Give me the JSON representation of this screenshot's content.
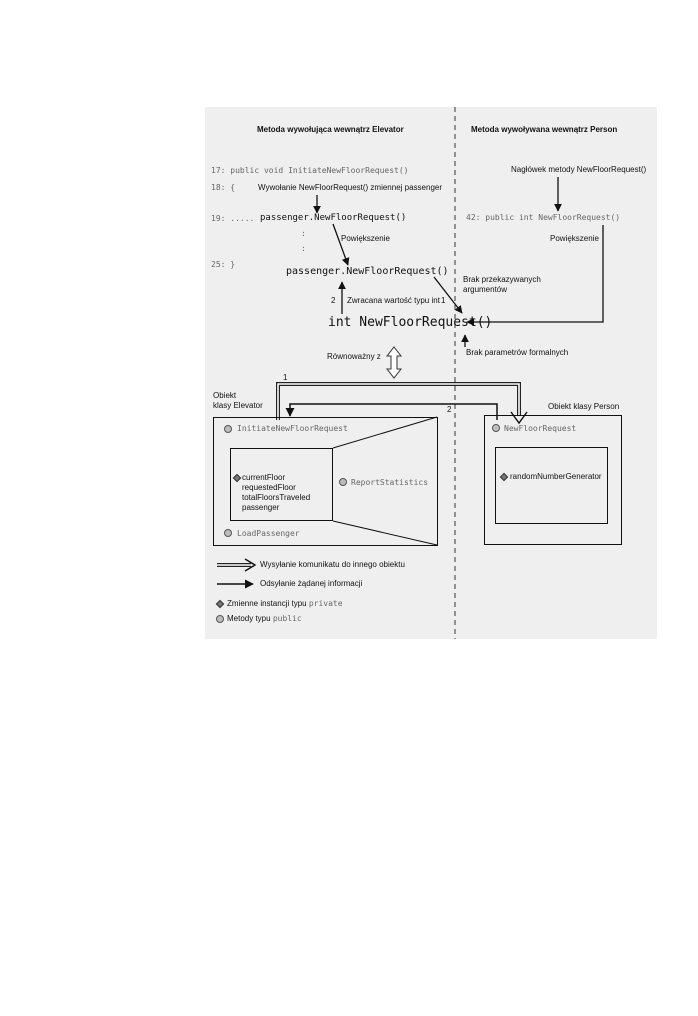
{
  "headers": {
    "left": "Metoda wywołująca wewnątrz Elevator",
    "right": "Metoda wywoływana wewnątrz Person"
  },
  "code_lines": {
    "line17": "17: public void InitiateNewFloorRequest()",
    "line18": "18: {",
    "line19_prefix": "19: .....",
    "line19_call": "passenger.NewFloorRequest()",
    "colon1": ":",
    "colon2": ":",
    "line25": "25: }",
    "line42": "42: public int NewFloorRequest()"
  },
  "annotations": {
    "call_label": "Wywołanie NewFloorRequest() zmiennej passenger",
    "header_label": "Nagłówek metody NewFloorRequest()",
    "zoom_left": "Powiększenie",
    "zoom_right": "Powiększenie",
    "no_args_1": "Brak przekazywanych",
    "no_args_2": "argumentów",
    "returned_value": "Zwracana wartość typu int",
    "returned_num_left": "2",
    "returned_num_right": "1",
    "no_params": "Brak parametrów formalnych",
    "equivalent": "Równoważny z"
  },
  "enlarged": {
    "call": "passenger.NewFloorRequest()",
    "header": "int NewFloorRequest()"
  },
  "objects": {
    "elevator": {
      "title_1": "Obiekt",
      "title_2": "klasy Elevator",
      "method_initiate": "InitiateNewFloorRequest",
      "method_report": "ReportStatistics",
      "method_load": "LoadPassenger",
      "fields": [
        "currentFloor",
        "requestedFloor",
        "totalFloorsTraveled",
        "passenger"
      ]
    },
    "person": {
      "title": "Obiekt klasy Person",
      "method": "NewFloorRequest",
      "fields": [
        "randomNumberGenerator"
      ]
    },
    "arrow_labels": {
      "one": "1",
      "two": "2"
    }
  },
  "legend": {
    "send_message": "Wysyłanie komunikatu do innego obiektu",
    "send_back": "Odsyłanie żądanej informacji",
    "private_prefix": "Zmienne instancji typu",
    "private_kw": "private",
    "public_prefix": "Metody typu",
    "public_kw": "public"
  }
}
